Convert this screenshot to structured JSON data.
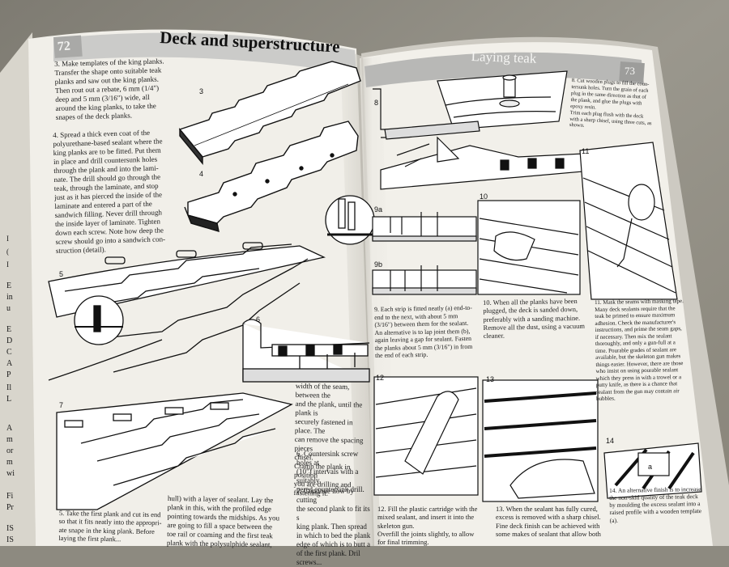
{
  "left_page": {
    "page_number": "72",
    "title": "Deck and superstructure",
    "para_3": "3. Make templates of the king planks.\nTransfer the shape onto suitable teak\nplanks and saw out the king planks.\nThen rout out a rebate, 6 mm (1/4\")\ndeep and 5 mm (3/16\") wide, all\naround the king planks, to take the\nsnapes of the deck planks.",
    "para_4": "4. Spread a thick even coat of the\npolyurethane-based sealant where the\nking planks are to be fitted. Put them\nin place and drill countersunk holes\nthrough the plank and into the lami-\nnate. The drill should go through the\nteak, through the laminate, and stop\njust as it has pierced the inside of the\nlaminate and entered a part of the\nsandwich filling. Never drill through\nthe inside layer of laminate. Tighten\ndown each screw. Note how deep the\nscrew should go into a sandwich con-\nstruction (detail).",
    "para_5": "5. Take the first plank and cut its end\nso that it fits neatly into the appropri-\nate snape in the king plank. Before\nlaying the first plank...",
    "col2_bottom": "hull) with a layer of sealant. Lay the\nplank in this, with the profiled edge\npointing towards the midships. As you\nare going to fill a space between the\ntoe rail or coaming and the first teak\nplank with the polysulphide sealant,",
    "col3_mid": "width of the seam, between the\nand the plank, until the plank is\nsecurely fastened in place. The\ncan remove the spacing pieces\nchisel.\n  Cramp the plank in position\nyou are drilling and fastening it.",
    "para_6": "6. Countersink screw holes at\n(10\") intervals with a suitably\npered countersink drill.",
    "para_7": "7. Continue now by cutting\nthe second plank to fit its s\nking plank. Then spread\nin which to bed the plank\nedge of which is to butt a\nof the first plank. Dril\nscrews...",
    "fig_labels": [
      "3",
      "4",
      "5",
      "6",
      "7"
    ]
  },
  "right_page": {
    "page_number": "73",
    "title": "Laying teak",
    "para_8": "8. Cut wooden plugs to fill the coun-\ntersunk holes. Turn the grain of each\nplug in the same direction as that of\nthe plank, and glue the plugs with\nepoxy resin.\n  Trim each plug flush with the deck\nwith a sharp chisel, using three cuts, as\nshown.",
    "para_9": "9. Each strip is fitted neatly (a) end-to-\nend to the next, with about 5 mm\n(3/16\") between them for the sealant.\nAn alternative is to lap joint them (b),\nagain leaving a gap for sealant. Fasten\nthe planks about 5 mm (3/16\") in from\nthe end of each strip.",
    "para_10": "10. When all the planks have been\nplugged, the deck is sanded down,\npreferably with a sanding machine.\nRemove all the dust, using a vacuum\ncleaner.",
    "para_11": "11. Mask the seams with masking tape.\nMany deck sealants require that the\nteak be primed to ensure maximum\nadhesion. Check the manufacturer's\ninstructions, and prime the seam gaps,\nif necessary. Then mix the sealant\nthoroughly, and only a gun-full at a\ntime. Pourable grades of sealant are\navailable, but the skeleton gun makes\nthings easier. However, there are those\nwho insist on using pourable sealant\nwhich they press in with a trowel or a\nputty knife, as there is a chance that\nsealant from the gun may contain air\nbubbles.",
    "para_12": "12. Fill the plastic cartridge with the\nmixed sealant, and insert it into the\nskeleton gun.\n  Overfill the joints slightly, to allow\nfor final trimming.",
    "para_13": "13. When the sealant has fully cured,\nexcess is removed with a sharp chisel.\nFine deck finish can be achieved with\nsome makes of sealant that allow both",
    "para_14": "14. An alternative finish is to increase\nthe non-skid quality of the teak deck\nby moulding the excess sealant into a\nraised profile with a wooden template\n(a).",
    "fig_labels": [
      "8",
      "9a",
      "9b",
      "10",
      "11",
      "12",
      "13",
      "14",
      "a"
    ]
  },
  "left_margin_fragments": [
    "I",
    "(",
    "I",
    "E",
    "in",
    "u",
    "E",
    "D",
    "C",
    "A",
    "P",
    "Il",
    "L",
    "A",
    "m",
    "or",
    "m",
    "wi",
    "Fi",
    "Pr",
    "IS",
    "IS"
  ],
  "colors": {
    "paper": "#f1efe9",
    "header_band": "#c9c9c7",
    "header_band_right": "#b5b5b3",
    "background_cloth": "#8d8a80",
    "ink": "#1a1a1a"
  }
}
